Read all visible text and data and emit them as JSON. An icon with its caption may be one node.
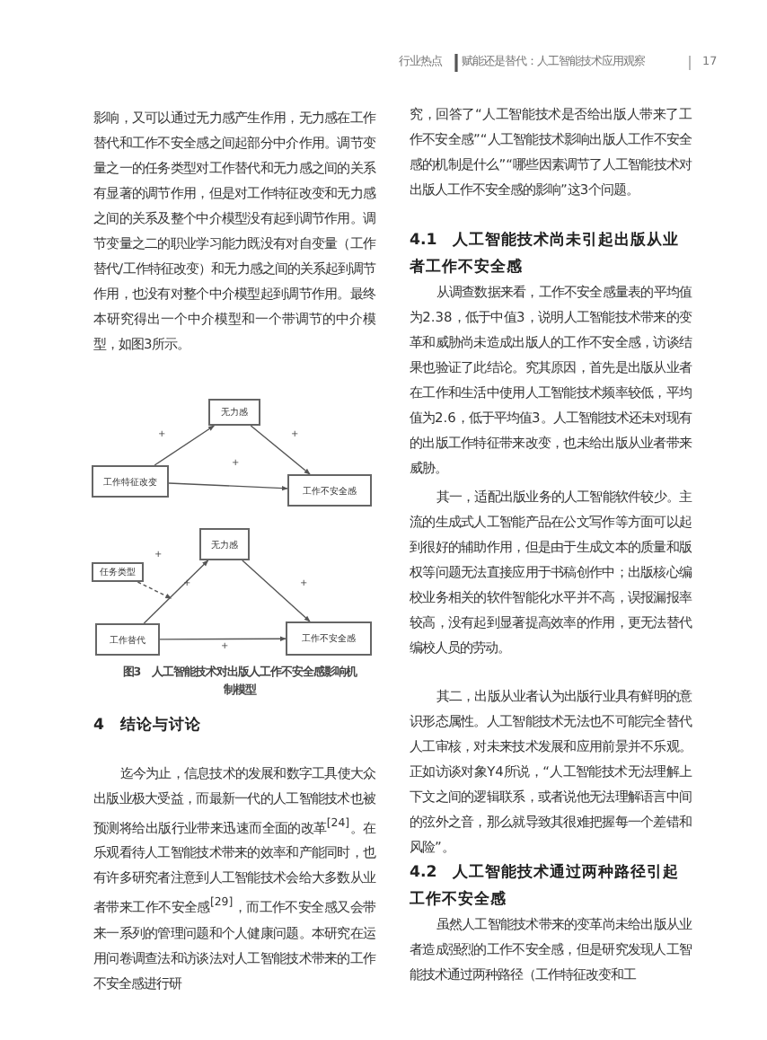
{
  "diagram": {
    "caption": "图3　人工智能技术对出版人工作不安全感影响机制模型",
    "nodes": [
      {
        "text": [
          "无力感"
        ]
      },
      {
        "text": [
          "工作特征改变"
        ]
      },
      {
        "text": [
          "工作不安全感"
        ]
      },
      {
        "text": [
          "任务类型"
        ]
      },
      {
        "text": [
          "无力感"
        ]
      },
      {
        "text": [
          "工作替代"
        ]
      },
      {
        "text": [
          "工作不安全感"
        ]
      }
    ],
    "edges": [
      {
        "from": 1,
        "to": 0,
        "arrow": "to",
        "label": "+"
      },
      {
        "from": 0,
        "to": 2,
        "arrow": "to",
        "label": "+"
      },
      {
        "from": 1,
        "to": 2,
        "arrow": "to",
        "label": "+"
      },
      {
        "from": 3,
        "to": null,
        "arrow": "to",
        "label": "+",
        "style": "dashed"
      },
      {
        "from": 5,
        "to": 4,
        "arrow": "to",
        "label": "+"
      },
      {
        "from": 4,
        "to": 6,
        "arrow": "to",
        "label": "+"
      },
      {
        "from": 5,
        "to": 6,
        "arrow": "to",
        "label": "+"
      }
    ],
    "labels": [
      "行业热点",
      "赋能还是替代：人工智能技术应用观察",
      "17",
      "影响，又可以通过无力感产生作用，无力感在工作替代和工作不安全感之间起部分中介作用。调节变量之一的任务类型对工作替代和无力感之间的关系有显著的调节作用，但是对工作特征改变和无力感之间的关系及整个中介模型没有起到调节作用。调节变量之二的职业学习能力既没有对自变量（工作替代/工作特征改变）和无力感之间的关系起到调节作用，也没有对整个中介模型起到调节作用。最终本研究得出一个中介模型和一个带调节的中介模型，如图3所示。",
      "4　结论与讨论",
      "迄今为止，信息技术的发展和数字工具使大众出版业极大受益，而最新一代的人工智能技术也被预测将给出版行业带来迅速而全面的改革$^{[24]}$。在乐观看待人工智能技术带来的效率和产能同时，也有许多研究者注意到人工智能技术会给大多数从业者带来工作不安全感$^{[29]}$，而工作不安全感又会带来一系列的管理问题和个人健康问题。本研究在运用问卷调查法和访谈法对人工智能技术带来的工作不安全感进行研",
      "究，回答了“人工智能技术是否给出版人带来了工作不安全感”“人工智能技术影响出版人工作不安全感的机制是什么”“哪些因素调节了人工智能技术对出版人工作不安全感的影响”这3个问题。",
      "4.1　人工智能技术尚未引起出版从业者工作不安全感",
      "从调查数据来看，工作不安全感量表的平均值为2.38，低于中值3，说明人工智能技术带来的变革和威胁尚未造成出版人的工作不安全感，访谈结果也验证了此结论。究其原因，首先是出版从业者在工作和生活中使用人工智能技术频率较低，平均值为2.6，低于平均值3。人工智能技术还未对现有的出版工作特征带来改变，也未给出版从业者带来威胁。",
      "其一，适配出版业务的人工智能软件较少。主流的生成式人工智能产品在公文写作等方面可以起到很好的辅助作用，但是由于生成文本的质量和版权等问题无法直接应用于书稿创作中；出版核心编校业务相关的软件智能化水平并不高，误报漏报率较高，没有起到显著提高效率的作用，更无法替代编校人员的劳动。",
      "其二，出版从业者认为出版行业具有鲜明的意识形态属性。人工智能技术无法也不可能完全替代人工审核，对未来技术发展和应用前景并不乐观。正如访谈对象Y4所说，“人工智能技术无法理解上下文之间的逻辑联系，或者说他无法理解语言中间的弦外之音，那么就导致其很难把握每一个差错和风险”。",
      "4.2　人工智能技术通过两种路径引起工作不安全感",
      "虽然人工智能技术带来的变革尚未给出版从业者造成强烈的工作不安全感，但是研究发现人工智能技术通过两种路径（工作特征改变和工"
    ]
  }
}
